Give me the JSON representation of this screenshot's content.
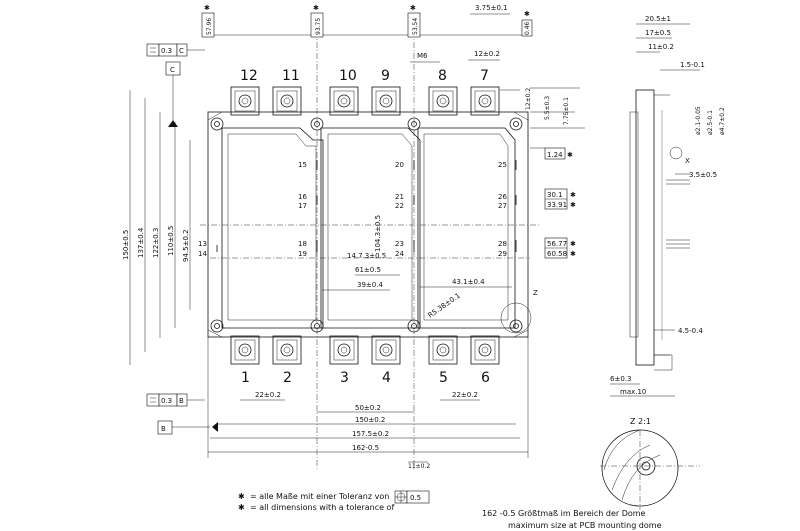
{
  "terminals_top": [
    "12",
    "11",
    "10",
    "9",
    "8",
    "7"
  ],
  "terminals_bottom": [
    "1",
    "2",
    "3",
    "4",
    "5",
    "6"
  ],
  "pins_left": [
    "13",
    "14"
  ],
  "pins_mid_a": [
    "15",
    "16",
    "17",
    "18",
    "19"
  ],
  "pins_mid_b": [
    "20",
    "21",
    "22",
    "23",
    "24"
  ],
  "pins_right": [
    "25",
    "26",
    "27",
    "28",
    "29"
  ],
  "top_boxed": [
    "57.96",
    "93.75",
    "53.54"
  ],
  "top_dims": {
    "d375": "3.75±0.1",
    "d046": "0.46",
    "m6": "M6",
    "d12": "12±0.2",
    "d12b": "12±0.2",
    "d55": "5.5±0.3",
    "d775": "7.75±0.1"
  },
  "right_boxed": [
    "1.24",
    "30.1",
    "33.91",
    "56.77",
    "60.58"
  ],
  "left_dims": [
    "150±0.5",
    "137±0.4",
    "122±0.3",
    "110±0.5",
    "94.5±0.2"
  ],
  "center_dims": {
    "d1043": "104.3±0.5",
    "d147": "14.7.3±0.5",
    "d61": "61±0.5",
    "d39": "39±0.4",
    "d431": "43.1±0.4",
    "r538": "R5.38±0.1"
  },
  "datum": {
    "flat_top": "0.3",
    "flat_top_ref": "C",
    "c": "C",
    "flat_bottom": "0.3",
    "flat_bottom_ref": "B",
    "b": "B",
    "z": "Z"
  },
  "bottom_dims": {
    "d22a": "22±0.2",
    "d22b": "22±0.2",
    "d50": "50±0.2",
    "d150": "150±0.2",
    "d1575": "157.5±0.2",
    "d162": "162-0.5",
    "d11": "11±0.2"
  },
  "side_dims": {
    "d205": "20.5±1",
    "d17": "17±0.5",
    "d11": "11±0.2",
    "d15": "1.5-0.1",
    "phi21": "ø2.1-0.05",
    "phi25": "ø2.5-0.1",
    "phi47": "ø4.7±0.2",
    "d35": "3.5±0.5",
    "d45": "4.5-0.4",
    "d6": "6±0.3",
    "max10": "max.10",
    "x": "X"
  },
  "detail_title": "Z  2:1",
  "notes": {
    "de": "= alle Maße mit einer Toleranz von",
    "en": "= all dimensions with a tolerance of",
    "tol": "0.5",
    "dome_de": "162 -0.5 Größtmaß im Bereich der Dome",
    "dome_en": "maximum size at PCB mounting dome"
  }
}
